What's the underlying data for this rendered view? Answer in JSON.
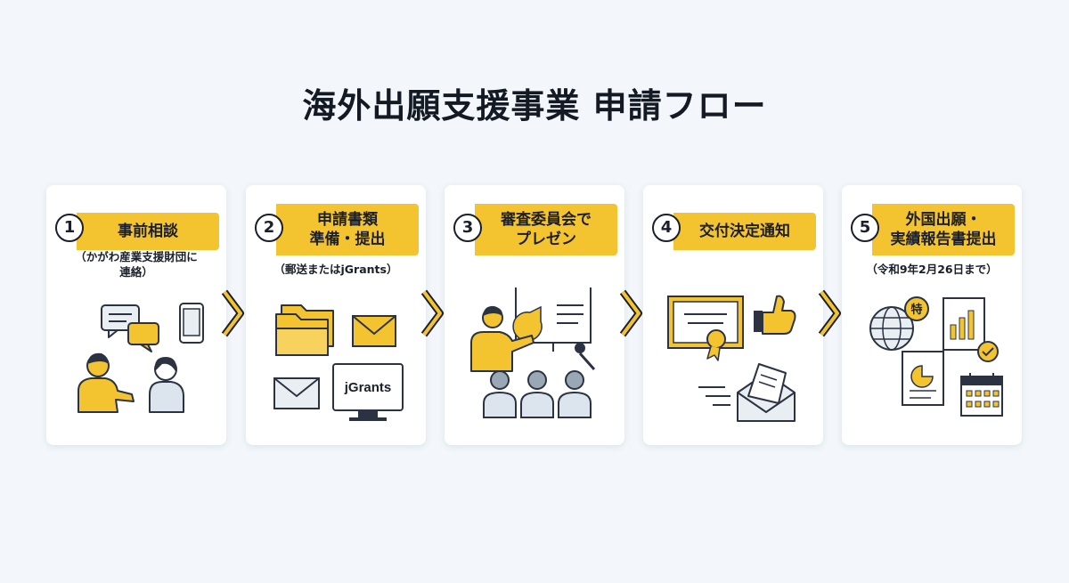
{
  "title": "海外出願支援事業 申請フロー",
  "accent_color": "#f4c430",
  "steps": [
    {
      "number": "1",
      "label_lines": [
        "事前相談"
      ],
      "note_lines": [
        "（かがわ産業支援財団に",
        "連絡）"
      ]
    },
    {
      "number": "2",
      "label_lines": [
        "申請書類",
        "準備・提出"
      ],
      "note_lines": [
        "（郵送またはjGrants）"
      ],
      "illustration_text": "jGrants"
    },
    {
      "number": "3",
      "label_lines": [
        "審査委員会で",
        "プレゼン"
      ],
      "note_lines": []
    },
    {
      "number": "4",
      "label_lines": [
        "交付決定通知"
      ],
      "note_lines": []
    },
    {
      "number": "5",
      "label_lines": [
        "外国出願・",
        "実績報告書提出"
      ],
      "note_lines": [
        "（令和9年2月26日まで）"
      ],
      "illustration_text": "特"
    }
  ]
}
